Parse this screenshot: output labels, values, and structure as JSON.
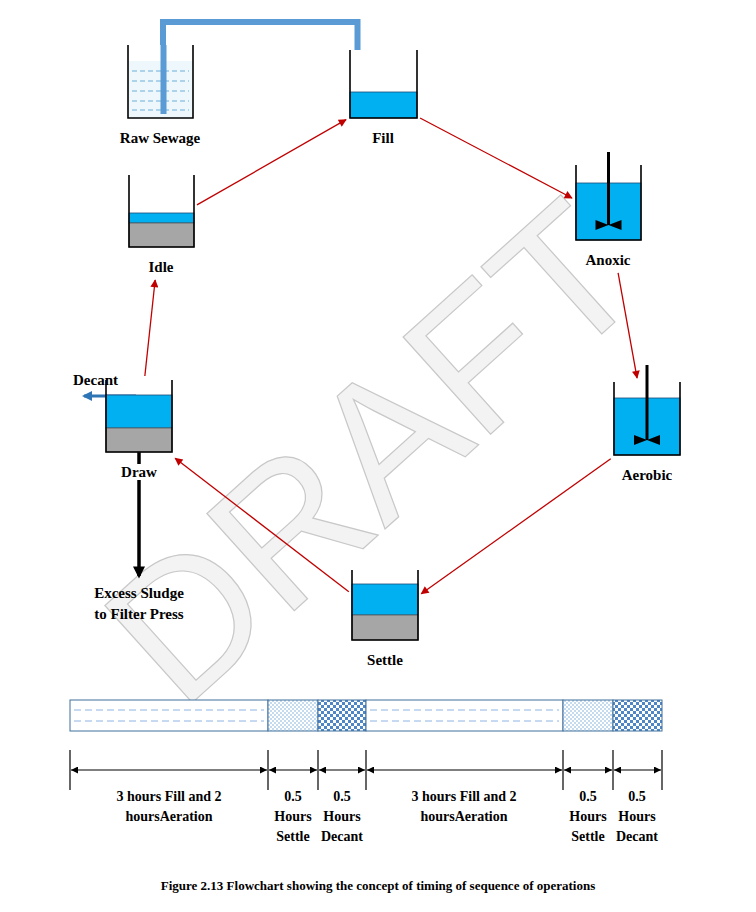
{
  "diagram": {
    "caption": "Figure 2.13 Flowchart showing the concept of timing of sequence of operations",
    "nodes": [
      {
        "text": [
          "Raw Sewage"
        ]
      },
      {
        "text": [
          "Fill"
        ]
      },
      {
        "text": [
          "Anoxic"
        ]
      },
      {
        "text": [
          "Aerobic"
        ]
      },
      {
        "text": [
          "Settle"
        ]
      },
      {
        "text": [
          "Draw"
        ]
      },
      {
        "text": [
          "Idle"
        ]
      }
    ],
    "edges": [
      {
        "from": 0,
        "to": 1,
        "arrow": "none"
      },
      {
        "from": 1,
        "to": 2,
        "arrow": "to"
      },
      {
        "from": 2,
        "to": 3,
        "arrow": "to"
      },
      {
        "from": 3,
        "to": 4,
        "arrow": "to"
      },
      {
        "from": 4,
        "to": 5,
        "arrow": "to"
      },
      {
        "from": 5,
        "to": 6,
        "arrow": "to"
      },
      {
        "from": 6,
        "to": 1,
        "arrow": "to"
      }
    ],
    "labels": [
      "Decant",
      "Excess Sludge to Filter Press",
      "3 hours Fill and 2 hoursAeration",
      "0.5 Hours Settle",
      "0.5 Hours Decant",
      "3 hours Fill and 2 hoursAeration",
      "0.5 Hours Settle",
      "0.5 Hours Decant",
      "DRAFT"
    ]
  }
}
